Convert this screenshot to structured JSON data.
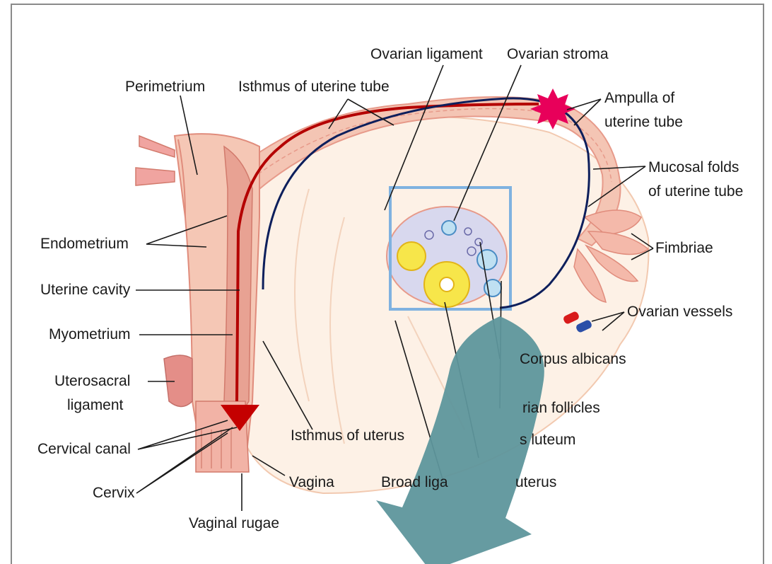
{
  "labels": {
    "perimetrium": "Perimetrium",
    "isthmus_tube": "Isthmus of uterine tube",
    "ovarian_ligament": "Ovarian ligament",
    "ovarian_stroma": "Ovarian stroma",
    "ampulla_1": "Ampulla of",
    "ampulla_2": "uterine tube",
    "mucosal_1": "Mucosal folds",
    "mucosal_2": "of uterine tube",
    "fimbriae": "Fimbriae",
    "endometrium": "Endometrium",
    "uterine_cavity": "Uterine cavity",
    "ovarian_vessels": "Ovarian vessels",
    "myometrium": "Myometrium",
    "corpus_albicans": "Corpus albicans",
    "uterosacral_1": "Uterosacral",
    "uterosacral_2": "ligament",
    "ovarian_follicles": "rian follicles",
    "cervical_canal": "Cervical canal",
    "isthmus_uterus": "Isthmus of uterus",
    "corpus_luteum": "s luteum",
    "cervix": "Cervix",
    "vagina": "Vagina",
    "broad_ligament_a": "Broad liga",
    "broad_ligament_b": "uterus",
    "vaginal_rugae": "Vaginal rugae"
  },
  "colors": {
    "tissue": "#f4c5b4",
    "tissue_dark": "#e79a8a",
    "ligament": "#fbe6d4",
    "sperm_path": "#b40000",
    "egg_path": "#0d1f5c",
    "star": "#e8005a",
    "highlight_box": "#7fb2e0",
    "big_arrow": "#5e969c",
    "ovary": "#d8d8ee",
    "corpus": "#f7e64a"
  }
}
